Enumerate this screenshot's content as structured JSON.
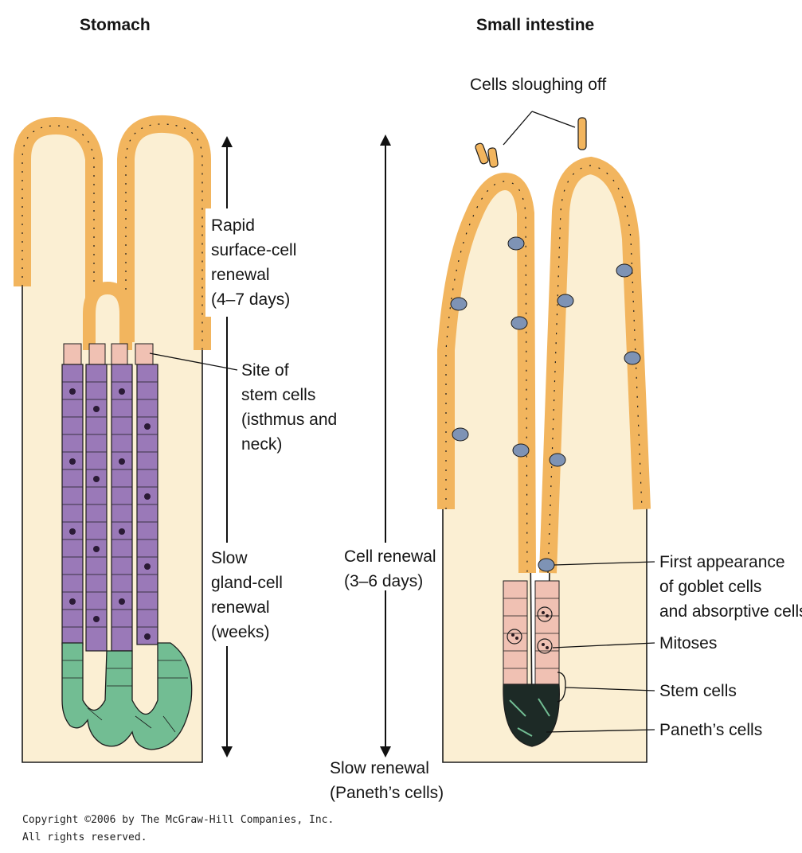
{
  "stomach": {
    "title": "Stomach",
    "rapid_label": [
      "Rapid",
      "surface-cell",
      "renewal",
      "(4–7 days)"
    ],
    "stem_label": [
      "Site of",
      "stem cells",
      "(isthmus and",
      "neck)"
    ],
    "slow_label": [
      "Slow",
      "gland-cell",
      "renewal",
      "(weeks)"
    ]
  },
  "intestine": {
    "title": "Small intestine",
    "sloughing_label": "Cells sloughing off",
    "renewal_label": [
      "Cell renewal",
      "(3–6 days)"
    ],
    "slow_renewal_label": [
      "Slow renewal",
      "(Paneth’s cells)"
    ],
    "goblet_label": [
      "First appearance",
      "of goblet cells",
      "and absorptive cells"
    ],
    "mitoses_label": "Mitoses",
    "stem_cells_label": "Stem cells",
    "paneth_label": "Paneth’s cells"
  },
  "copyright": [
    "Copyright ©2006 by The McGraw-Hill Companies, Inc.",
    "All rights reserved."
  ],
  "colors": {
    "surface_cell": "#f2b55e",
    "gland_cell": "#9a79b8",
    "neck_cell": "#f0c1b3",
    "base_cell": "#72bd93",
    "lamina": "#fbefd3",
    "goblet": "#7e93b5",
    "outline": "#1c1c1c"
  }
}
